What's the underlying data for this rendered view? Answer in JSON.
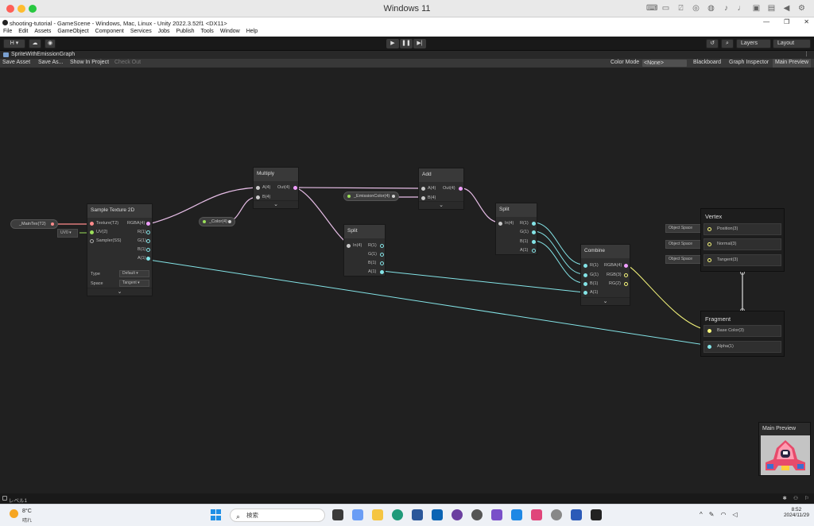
{
  "mac": {
    "title": "Windows 11"
  },
  "unity_window": {
    "title": "shooting-tutorial - GameScene - Windows, Mac, Linux - Unity 2022.3.52f1 <DX11>",
    "minimize": "—",
    "maximize": "❐",
    "close": "✕"
  },
  "menu": [
    "File",
    "Edit",
    "Assets",
    "GameObject",
    "Component",
    "Services",
    "Jobs",
    "Publish",
    "Tools",
    "Window",
    "Help"
  ],
  "toolbar": {
    "account": "H ▾",
    "layers": "Layers",
    "layout": "Layout"
  },
  "graph_tab": {
    "title": "SpriteWithEmissionGraph",
    "more": "⋮"
  },
  "graph_toolbar": {
    "save_asset": "Save Asset",
    "save_as": "Save As...",
    "show_in_project": "Show In Project",
    "check_out": "Check Out",
    "color_mode_label": "Color Mode",
    "color_mode_value": "<None>",
    "blackboard": "Blackboard",
    "graph_inspector": "Graph Inspector",
    "main_preview": "Main Preview"
  },
  "nodes": {
    "maintex": "_MainTex(T2)",
    "uv_dropdown": "UV0 ▾",
    "sample_texture": {
      "title": "Sample Texture 2D",
      "in_texture": "Texture(T2)",
      "in_uv": "UV(2)",
      "in_sampler": "Sampler(SS)",
      "out_rgba": "RGBA(4)",
      "out_r": "R(1)",
      "out_g": "G(1)",
      "out_b": "B(1)",
      "out_a": "A(1)",
      "type_label": "Type",
      "type_value": "Default",
      "space_label": "Space",
      "space_value": "Tangent"
    },
    "color_prop": "_Color(4)",
    "multiply": {
      "title": "Multiply",
      "in_a": "A(4)",
      "in_b": "B(4)",
      "out": "Out(4)"
    },
    "split1": {
      "title": "Split",
      "in": "In(4)",
      "out_r": "R(1)",
      "out_g": "G(1)",
      "out_b": "B(1)",
      "out_a": "A(1)"
    },
    "emission_prop": "_EmissionColor(4)",
    "add": {
      "title": "Add",
      "in_a": "A(4)",
      "in_b": "B(4)",
      "out": "Out(4)"
    },
    "split2": {
      "title": "Split",
      "in": "In(4)",
      "out_r": "R(1)",
      "out_g": "G(1)",
      "out_b": "B(1)",
      "out_a": "A(1)"
    },
    "combine": {
      "title": "Combine",
      "in_r": "R(1)",
      "in_g": "G(1)",
      "in_b": "B(1)",
      "in_a": "A(1)",
      "out_rgba": "RGBA(4)",
      "out_rgb": "RGB(3)",
      "out_rg": "RG(2)"
    },
    "vertex": {
      "title": "Vertex",
      "position": "Position(3)",
      "normal": "Normal(3)",
      "tangent": "Tangent(3)",
      "object_space": "Object Space"
    },
    "fragment": {
      "title": "Fragment",
      "base_color": "Base Color(3)",
      "alpha": "Alpha(1)"
    }
  },
  "preview": {
    "title": "Main Preview"
  },
  "status": {
    "text": "レベル1"
  },
  "taskbar": {
    "temp": "8°C",
    "weather": "晴れ",
    "search_placeholder": "検索",
    "time": "8:52",
    "date": "2024/11/29"
  }
}
